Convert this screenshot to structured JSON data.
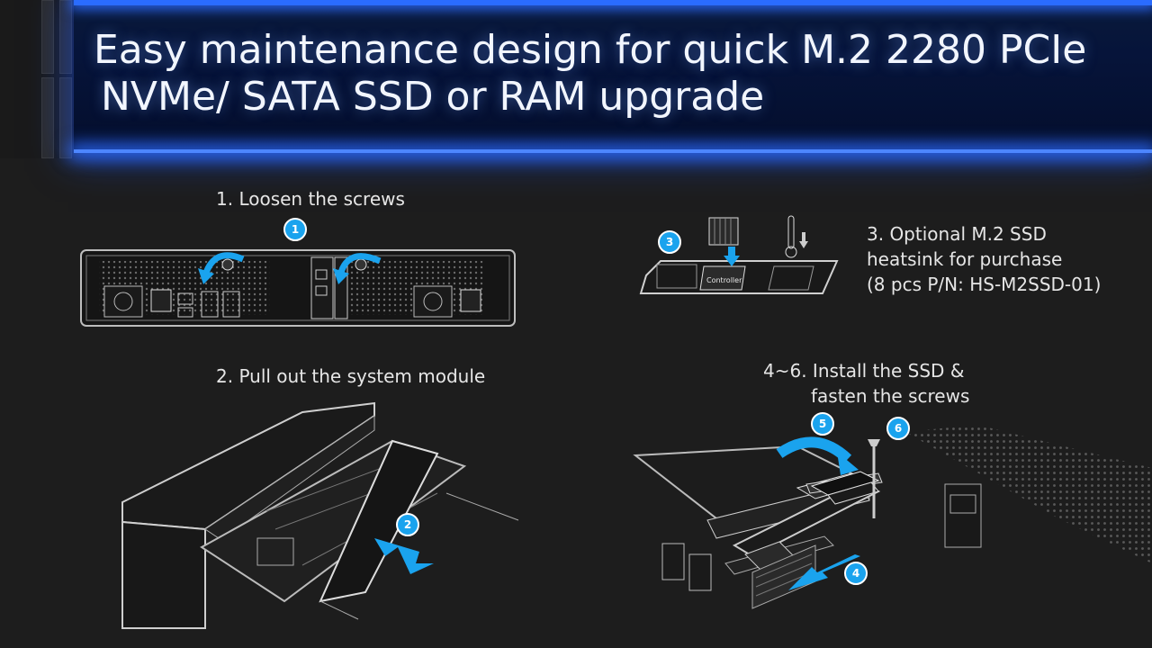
{
  "title": {
    "line1": "Easy maintenance design for quick M.2 2280 PCIe",
    "line2": "NVMe/ SATA SSD or RAM upgrade"
  },
  "steps": {
    "step1": {
      "caption": "1. Loosen the screws",
      "badge": "1"
    },
    "step2": {
      "caption": "2. Pull out the system module",
      "badge": "2"
    },
    "step3": {
      "caption_line1": "3. Optional M.2 SSD",
      "caption_line2": "heatsink for purchase",
      "caption_line3": "(8 pcs P/N: HS-M2SSD-01)",
      "badge": "3",
      "chip_label": "Controller"
    },
    "step4_6": {
      "caption_line1": "4~6. Install the SSD &",
      "caption_line2": "fasten the screws",
      "badges": [
        "4",
        "5",
        "6"
      ]
    }
  },
  "colors": {
    "accent": "#1aa3ee",
    "banner_glow": "#2d6bff",
    "background": "#1d1d1d"
  }
}
